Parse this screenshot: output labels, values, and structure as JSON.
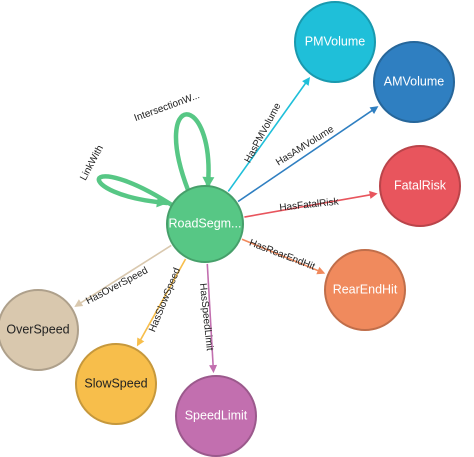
{
  "graph": {
    "center": {
      "id": "road",
      "label": "RoadSegm...",
      "color": "#57C785"
    },
    "nodes": [
      {
        "id": "pm",
        "label": "PMVolume",
        "color": "#1FBFD9"
      },
      {
        "id": "am",
        "label": "AMVolume",
        "color": "#2F7FC1"
      },
      {
        "id": "fatal",
        "label": "FatalRisk",
        "color": "#E8555D"
      },
      {
        "id": "rear",
        "label": "RearEndHit",
        "color": "#F08A5D"
      },
      {
        "id": "speedlimit",
        "label": "SpeedLimit",
        "color": "#C26FAF"
      },
      {
        "id": "slow",
        "label": "SlowSpeed",
        "color": "#F7BE4B"
      },
      {
        "id": "over",
        "label": "OverSpeed",
        "color": "#D9C8AE"
      }
    ],
    "edges": [
      {
        "from": "road",
        "to": "pm",
        "label": "HasPMVolume",
        "color": "#1FBFD9"
      },
      {
        "from": "road",
        "to": "am",
        "label": "HasAMVolume",
        "color": "#2F7FC1"
      },
      {
        "from": "road",
        "to": "fatal",
        "label": "HasFatalRisk",
        "color": "#E8555D"
      },
      {
        "from": "road",
        "to": "rear",
        "label": "HasRearEndHit",
        "color": "#F08A5D"
      },
      {
        "from": "road",
        "to": "speedlimit",
        "label": "HasSpeedLimit",
        "color": "#C26FAF"
      },
      {
        "from": "road",
        "to": "slow",
        "label": "HasSlowSpeed",
        "color": "#F7BE4B"
      },
      {
        "from": "road",
        "to": "over",
        "label": "HasOverSpeed",
        "color": "#D9C8AE"
      }
    ],
    "self_loops": [
      {
        "label": "IntersectionW...",
        "color": "#57C785"
      },
      {
        "label": "LinkWith",
        "color": "#57C785"
      }
    ]
  }
}
